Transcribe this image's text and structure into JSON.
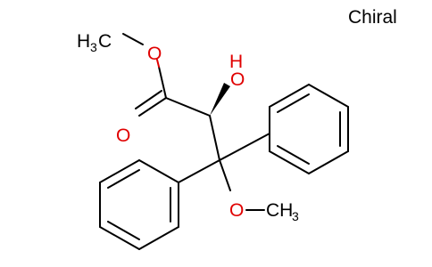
{
  "label": {
    "chiral": "Chiral"
  },
  "atoms": {
    "methyl_ester_c": "H",
    "methyl_ester_sub": "3",
    "methyl_ester_c2": "C",
    "ester_o": "O",
    "carbonyl_o": "O",
    "hydroxyl_o": "O",
    "hydroxyl_h": "H",
    "methoxy_o": "O",
    "methoxy_c": "CH",
    "methoxy_sub": "3"
  },
  "colors": {
    "heteroatom": "#e00000",
    "carbon": "#000000",
    "background": "#ffffff"
  }
}
